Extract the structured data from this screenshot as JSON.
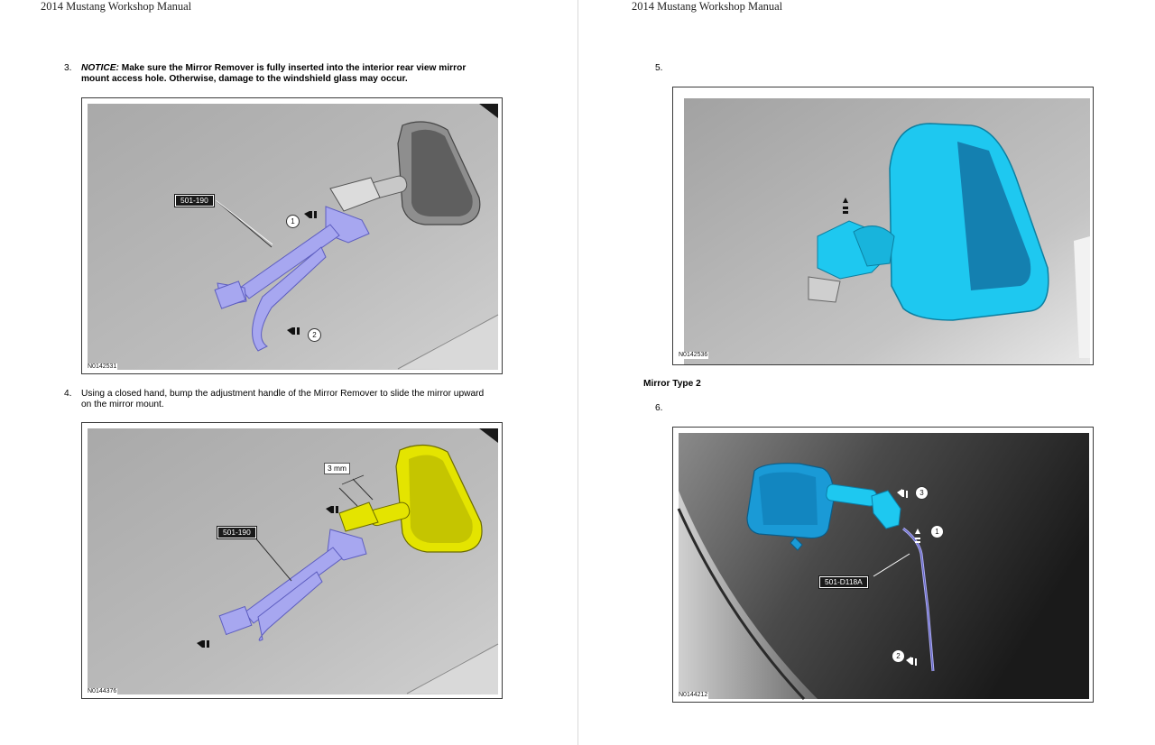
{
  "left_page": {
    "running_head": "2014 Mustang Workshop Manual",
    "step3": {
      "number": "3.",
      "notice_label": "NOTICE:",
      "notice_text_line1": " Make sure the Mirror Remover is fully inserted into the interior rear view mirror",
      "notice_text_line2": "mount access hole. Otherwise, damage to the windshield glass may occur."
    },
    "figure1": {
      "figure_id": "N0142531",
      "tool_label": "501-190",
      "callouts": [
        "1",
        "2"
      ]
    },
    "step4": {
      "number": "4.",
      "text_line1": "Using a closed hand, bump the adjustment handle of the Mirror Remover to slide the mirror upward",
      "text_line2": "on the mirror mount."
    },
    "figure2": {
      "figure_id": "N0144376",
      "tool_label": "501-190",
      "dimension": "3 mm"
    }
  },
  "right_page": {
    "running_head": "2014 Mustang Workshop Manual",
    "step5": {
      "number": "5."
    },
    "figure3": {
      "figure_id": "N0142536"
    },
    "section_heading": "Mirror Type 2",
    "step6": {
      "number": "6."
    },
    "figure4": {
      "figure_id": "N0144212",
      "tool_label": "501-D118A",
      "callouts": [
        "1",
        "2",
        "3"
      ]
    }
  },
  "colors": {
    "tool_lavender": "#a7a7f0",
    "mirror_gray": "#b9b9b9",
    "mirror_yellow": "#e4e400",
    "mirror_cyan": "#1ec8f0",
    "mirror_blue": "#1a9ad6"
  }
}
